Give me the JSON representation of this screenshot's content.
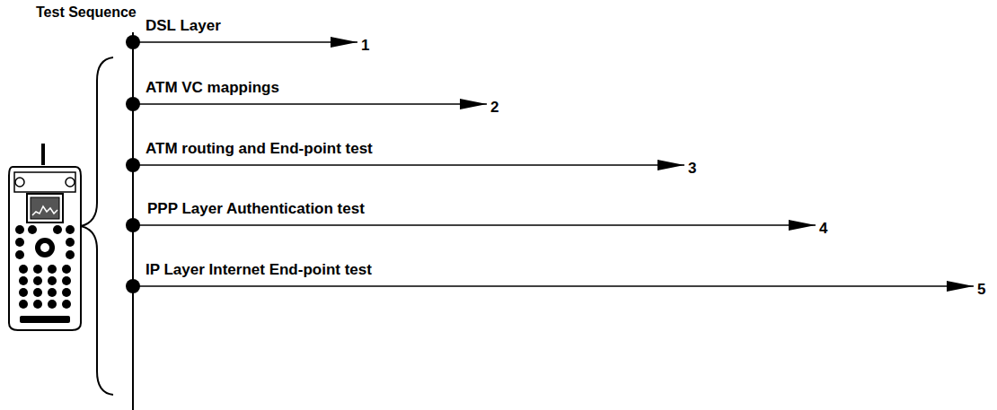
{
  "diagram": {
    "title": "Test Sequence",
    "labels": [
      "DSL Layer",
      "1",
      "ATM VC mappings",
      "2",
      "ATM routing and End-point test",
      "3",
      "PPP Layer Authentication test",
      "4",
      "IP Layer Internet End-point test",
      "5"
    ]
  }
}
